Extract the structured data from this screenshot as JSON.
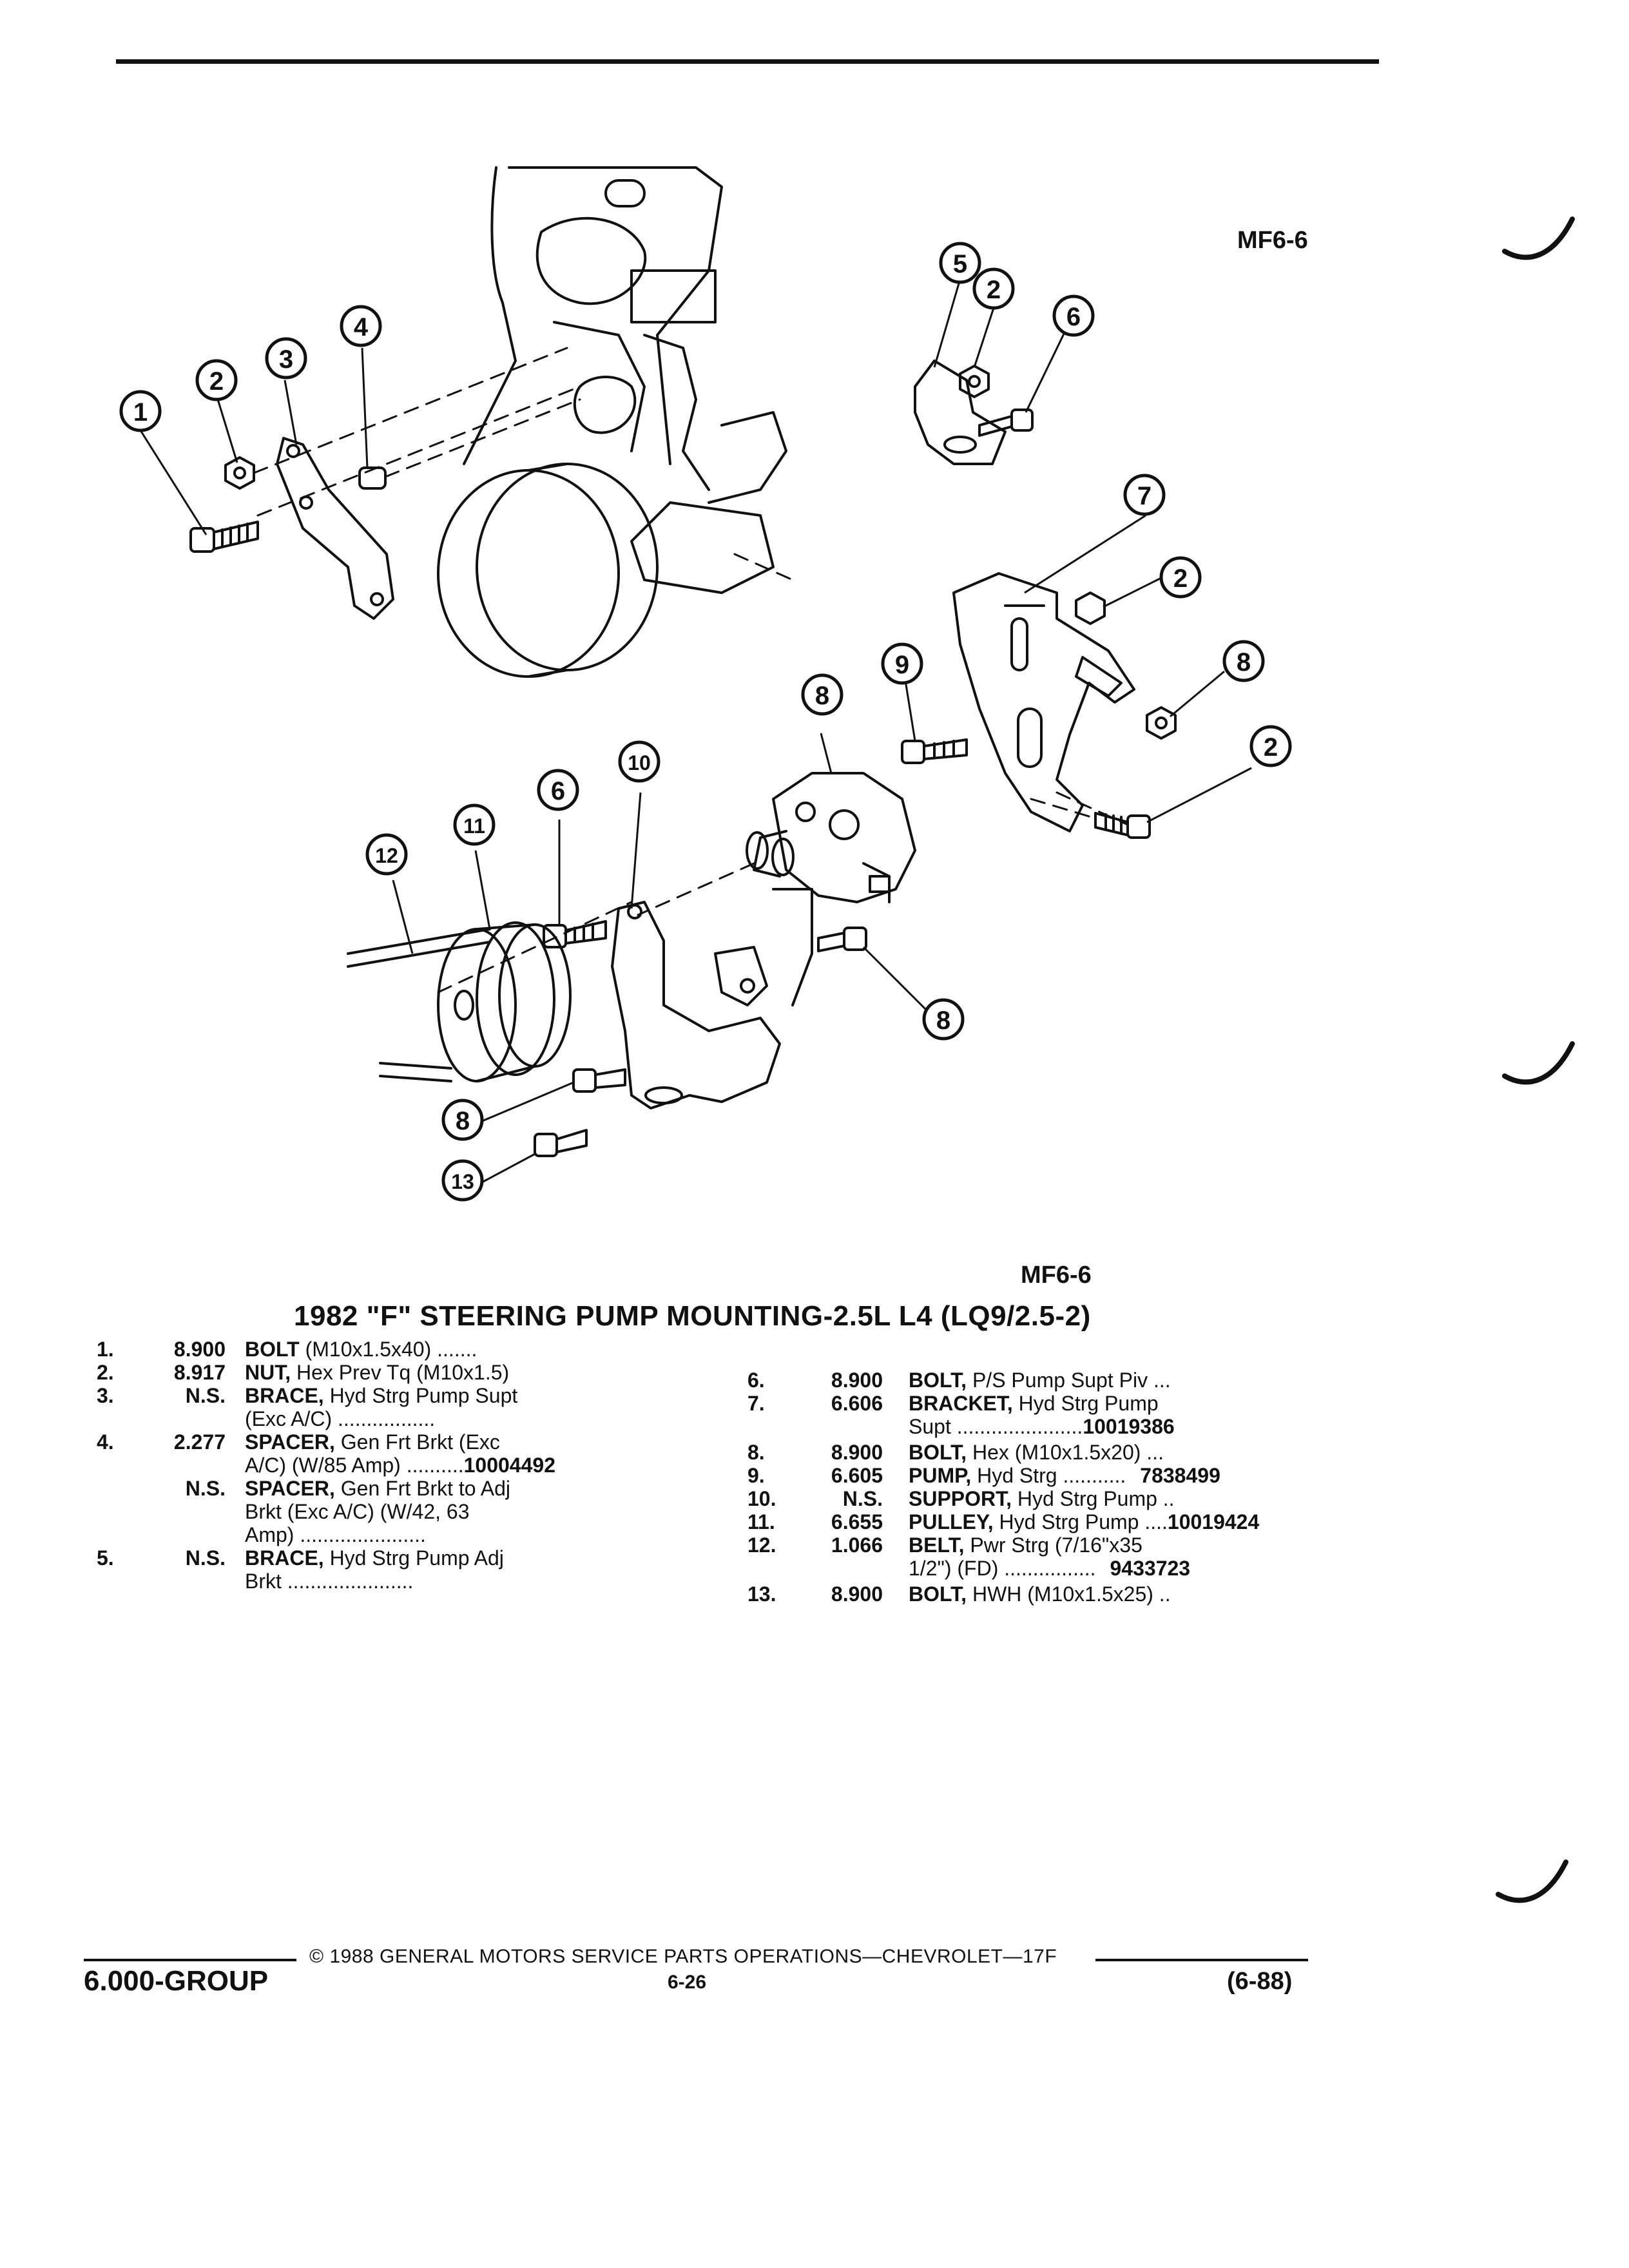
{
  "figure_ref_top": "MF6-6",
  "figure_ref_bottom": "MF6-6",
  "title": "1982 \"F\" STEERING PUMP MOUNTING-2.5L L4 (LQ9/2.5-2)",
  "callouts": [
    "1",
    "2",
    "3",
    "4",
    "5",
    "2",
    "6",
    "7",
    "2",
    "8",
    "2",
    "9",
    "8",
    "10",
    "6",
    "11",
    "12",
    "8",
    "8",
    "13"
  ],
  "parts_left": [
    {
      "num": "1.",
      "code": "8.900",
      "name": "BOLT",
      "desc": " (M10x1.5x40) .......",
      "desc2": "",
      "desc3": "",
      "pn": ""
    },
    {
      "num": "2.",
      "code": "8.917",
      "name": "NUT,",
      "desc": " Hex Prev Tq (M10x1.5)",
      "desc2": "",
      "desc3": "",
      "pn": ""
    },
    {
      "num": "3.",
      "code": "N.S.",
      "name": "BRACE,",
      "desc": " Hyd Strg Pump Supt",
      "desc2": "(Exc A/C) .................",
      "desc3": "",
      "pn": ""
    },
    {
      "num": "4.",
      "code": "2.277",
      "name": "SPACER,",
      "desc": " Gen Frt Brkt (Exc",
      "desc2": "A/C) (W/85 Amp) ..........",
      "desc3": "",
      "pn": "10004492"
    },
    {
      "num": "",
      "code": "N.S.",
      "name": "SPACER,",
      "desc": " Gen Frt Brkt to Adj",
      "desc2": "Brkt (Exc A/C) (W/42, 63",
      "desc3": "Amp) ......................",
      "pn": ""
    },
    {
      "num": "5.",
      "code": "N.S.",
      "name": "BRACE,",
      "desc": " Hyd Strg Pump Adj",
      "desc2": "Brkt ......................",
      "desc3": "",
      "pn": ""
    }
  ],
  "parts_right": [
    {
      "num": "6.",
      "code": "8.900",
      "name": "BOLT,",
      "desc": " P/S Pump Supt Piv ...",
      "desc2": "",
      "pn": ""
    },
    {
      "num": "7.",
      "code": "6.606",
      "name": "BRACKET,",
      "desc": " Hyd Strg Pump",
      "desc2": "Supt ......................",
      "pn": "10019386"
    },
    {
      "num": "8.",
      "code": "8.900",
      "name": "BOLT,",
      "desc": " Hex (M10x1.5x20) ...",
      "desc2": "",
      "pn": ""
    },
    {
      "num": "9.",
      "code": "6.605",
      "name": "PUMP,",
      "desc": " Hyd Strg ...........",
      "desc2": "",
      "pn": "7838499"
    },
    {
      "num": "10.",
      "code": "N.S.",
      "name": "SUPPORT,",
      "desc": " Hyd Strg Pump ..",
      "desc2": "",
      "pn": ""
    },
    {
      "num": "11.",
      "code": "6.655",
      "name": "PULLEY,",
      "desc": " Hyd Strg Pump ....",
      "desc2": "",
      "pn": "10019424"
    },
    {
      "num": "12.",
      "code": "1.066",
      "name": "BELT,",
      "desc": " Pwr Strg (7/16\"x35",
      "desc2": "1/2\") (FD) ................",
      "pn": "9433723"
    },
    {
      "num": "13.",
      "code": "8.900",
      "name": "BOLT,",
      "desc": " HWH (M10x1.5x25) ..",
      "desc2": "",
      "pn": ""
    }
  ],
  "footer": {
    "group": "6.000-GROUP",
    "copyright": "© 1988 GENERAL MOTORS SERVICE PARTS OPERATIONS—CHEVROLET—17F",
    "page": "6-26",
    "date": "(6-88)"
  }
}
